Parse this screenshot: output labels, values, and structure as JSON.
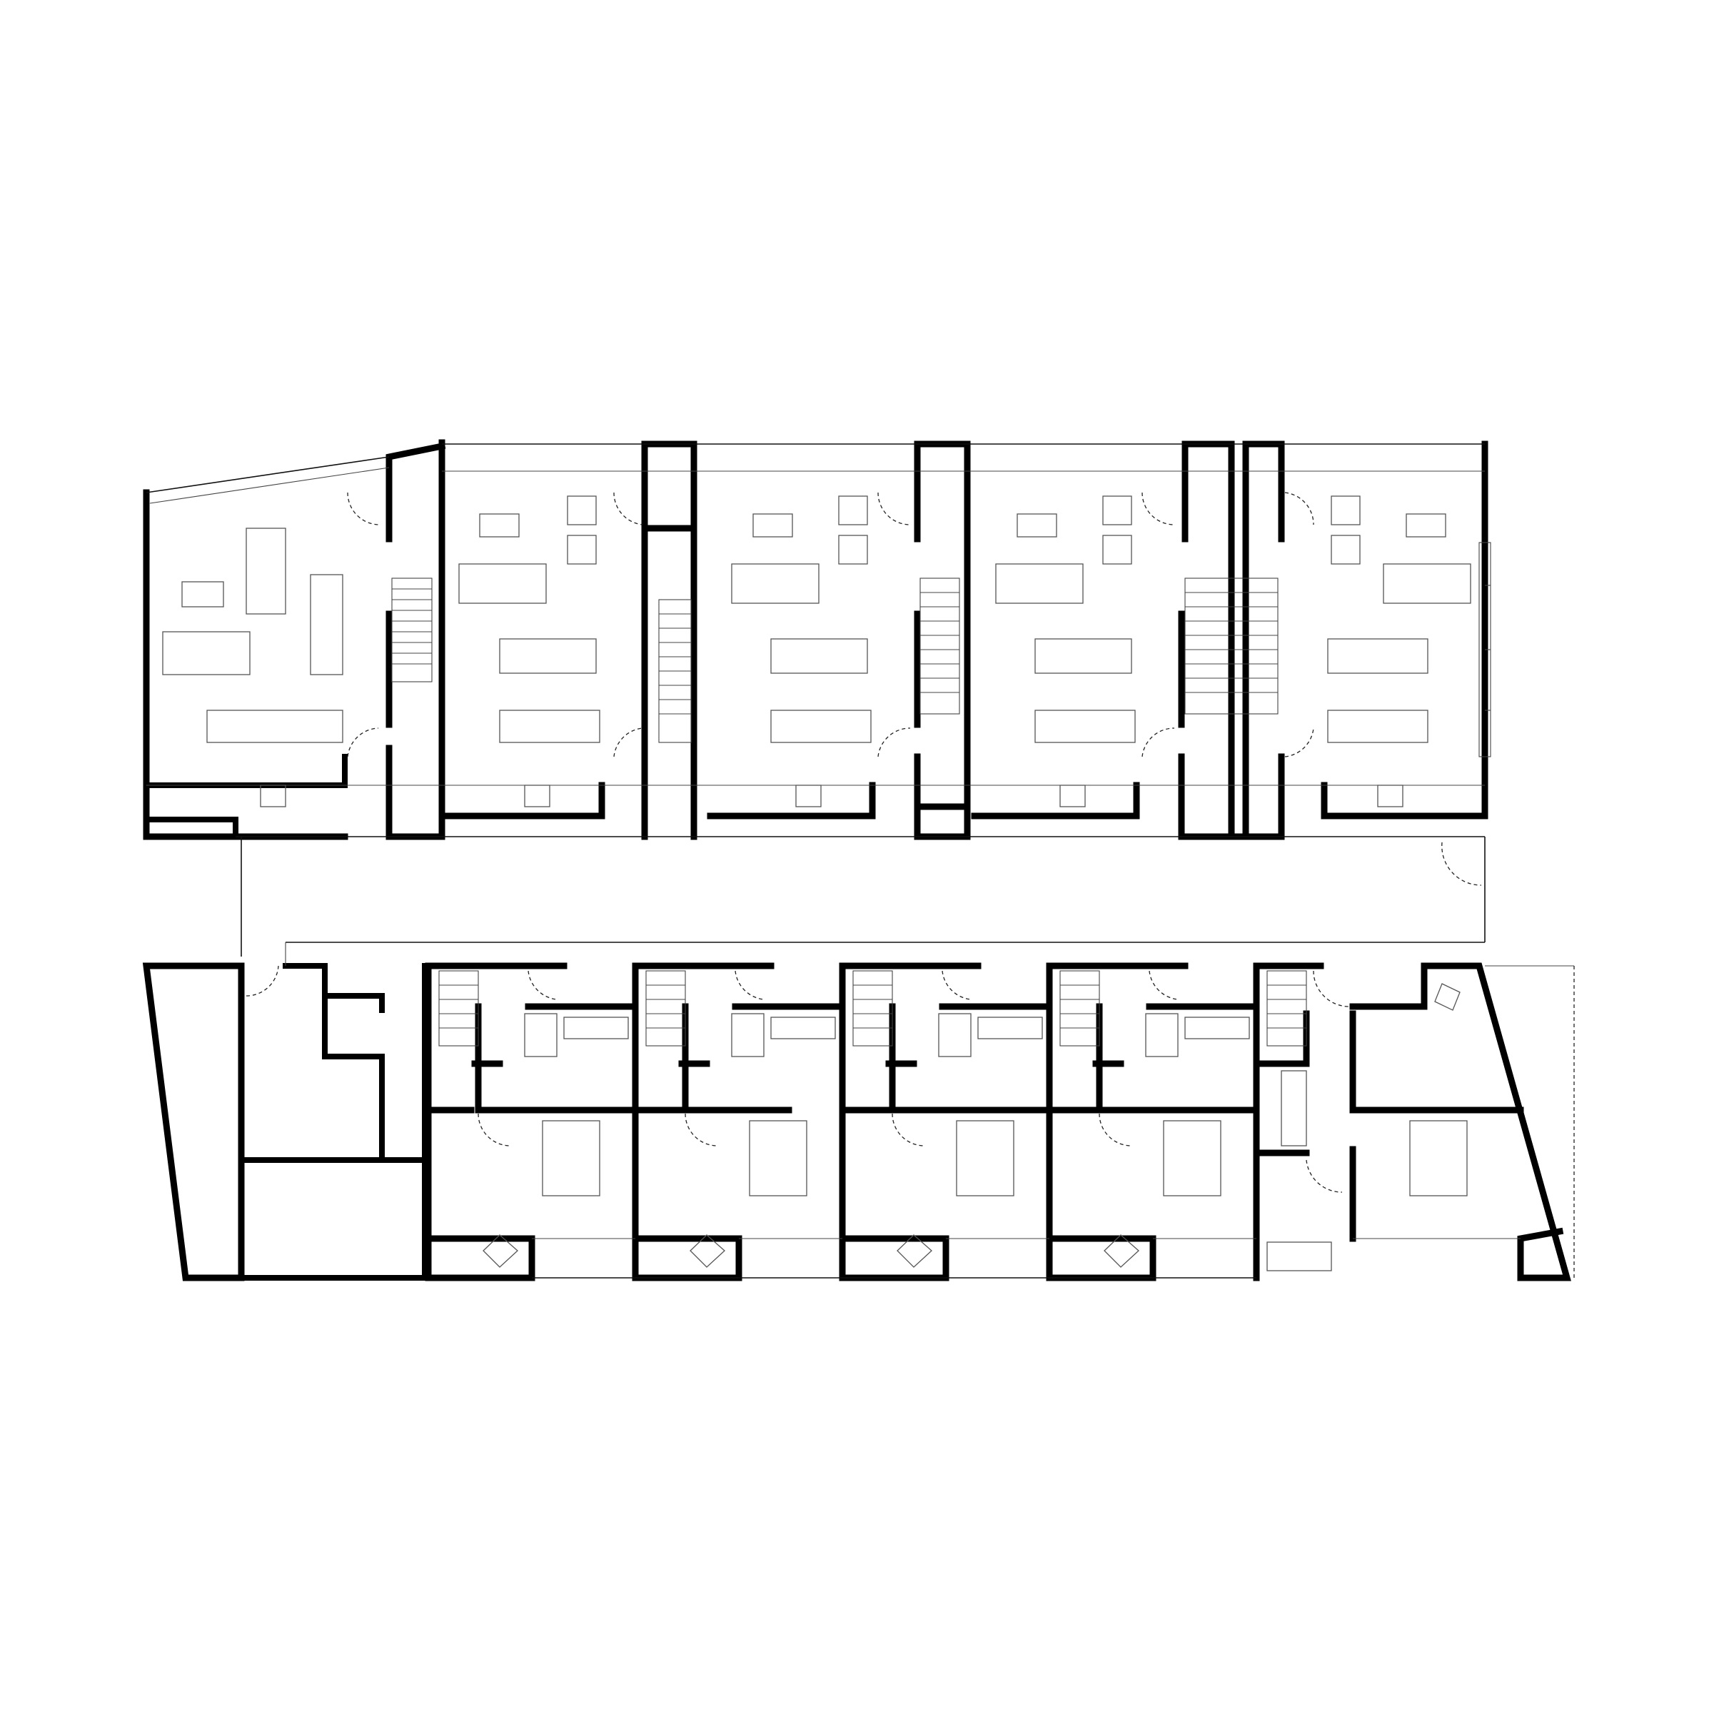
{
  "drawing": {
    "kind": "architectural floor plan",
    "levels": [
      "upper",
      "lower"
    ],
    "upper_units": 5,
    "lower_units": 5,
    "text_labels": []
  },
  "colors": {
    "background": "#ffffff",
    "wall": "#000000",
    "line": "#111111",
    "furniture": "#555555"
  }
}
